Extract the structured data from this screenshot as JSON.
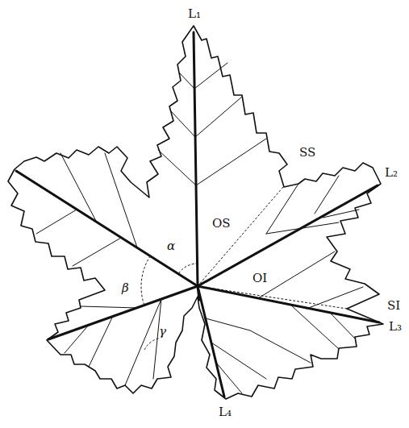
{
  "diagram": {
    "labels": [
      "L₁",
      "SS",
      "L₂",
      "OS",
      "α",
      "β",
      "OI",
      "SI",
      "L₃",
      "γ",
      "L₄"
    ]
  }
}
